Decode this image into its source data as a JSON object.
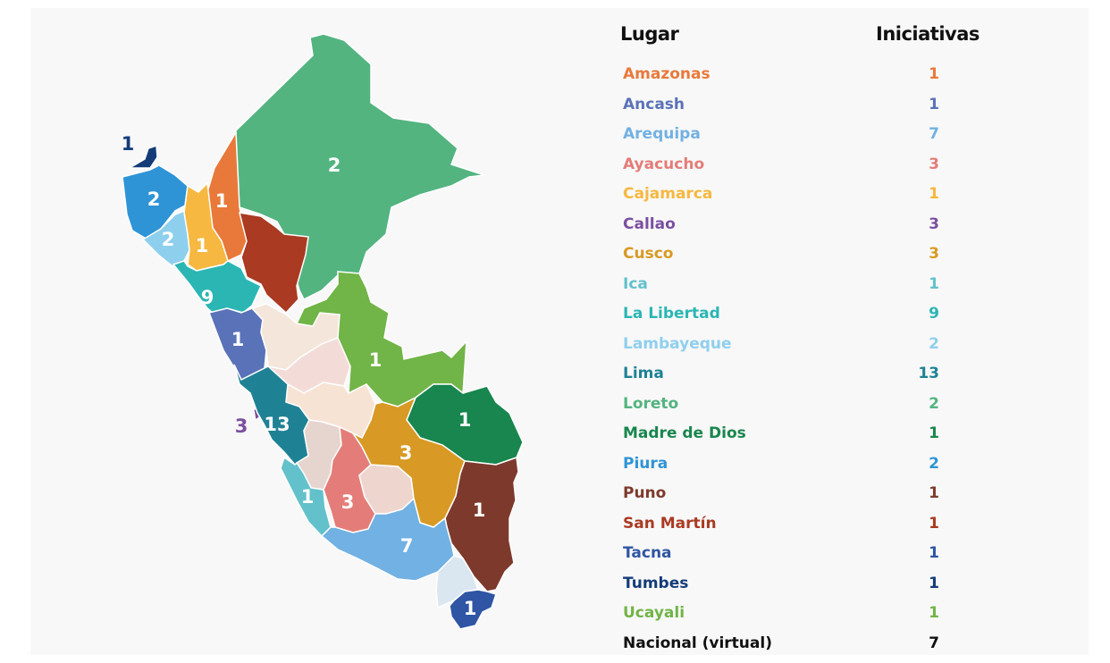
{
  "table": {
    "header_place": "Lugar",
    "header_count": "Iniciativas",
    "rows": [
      {
        "name": "Amazonas",
        "count": "1",
        "color": "#e8793a"
      },
      {
        "name": "Ancash",
        "count": "1",
        "color": "#5a72b8"
      },
      {
        "name": "Arequipa",
        "count": "7",
        "color": "#72b1e3"
      },
      {
        "name": "Ayacucho",
        "count": "3",
        "color": "#e47d79"
      },
      {
        "name": "Cajamarca",
        "count": "1",
        "color": "#f6b840"
      },
      {
        "name": "Callao",
        "count": "3",
        "color": "#7b4fa0"
      },
      {
        "name": "Cusco",
        "count": "3",
        "color": "#d89a24"
      },
      {
        "name": "Ica",
        "count": "1",
        "color": "#62c1cb"
      },
      {
        "name": "La Libertad",
        "count": "9",
        "color": "#2bb6b4"
      },
      {
        "name": "Lambayeque",
        "count": "2",
        "color": "#8fcfee"
      },
      {
        "name": "Lima",
        "count": "13",
        "color": "#1f8294"
      },
      {
        "name": "Loreto",
        "count": "2",
        "color": "#53b480"
      },
      {
        "name": "Madre de Dios",
        "count": "1",
        "color": "#18864e"
      },
      {
        "name": "Piura",
        "count": "2",
        "color": "#2e94d6"
      },
      {
        "name": "Puno",
        "count": "1",
        "color": "#7d3a2c"
      },
      {
        "name": "San Martín",
        "count": "1",
        "color": "#aa3a22"
      },
      {
        "name": "Tacna",
        "count": "1",
        "color": "#2f55a4"
      },
      {
        "name": "Tumbes",
        "count": "1",
        "color": "#143c79"
      },
      {
        "name": "Ucayali",
        "count": "1",
        "color": "#71b447"
      },
      {
        "name": "Nacional (virtual)",
        "count": "7",
        "color": "#111111"
      }
    ]
  },
  "map_labels": {
    "tumbes": "1",
    "piura": "2",
    "lambayeque": "2",
    "cajamarca": "1",
    "amazonas": "1",
    "loreto": "2",
    "la_libertad": "9",
    "ancash": "1",
    "ucayali": "1",
    "callao": "3",
    "lima": "13",
    "madre_de_dios": "1",
    "cusco": "3",
    "ica": "1",
    "ayacucho": "3",
    "arequipa": "7",
    "puno": "1",
    "tacna": "1"
  },
  "colors": {
    "no_data_light": "#f4e6da",
    "no_data_pink": "#f3dcd8",
    "no_data_grey": "#e6d4cf",
    "moquegua": "#dbe7f0",
    "label_light": "#ffffff"
  }
}
